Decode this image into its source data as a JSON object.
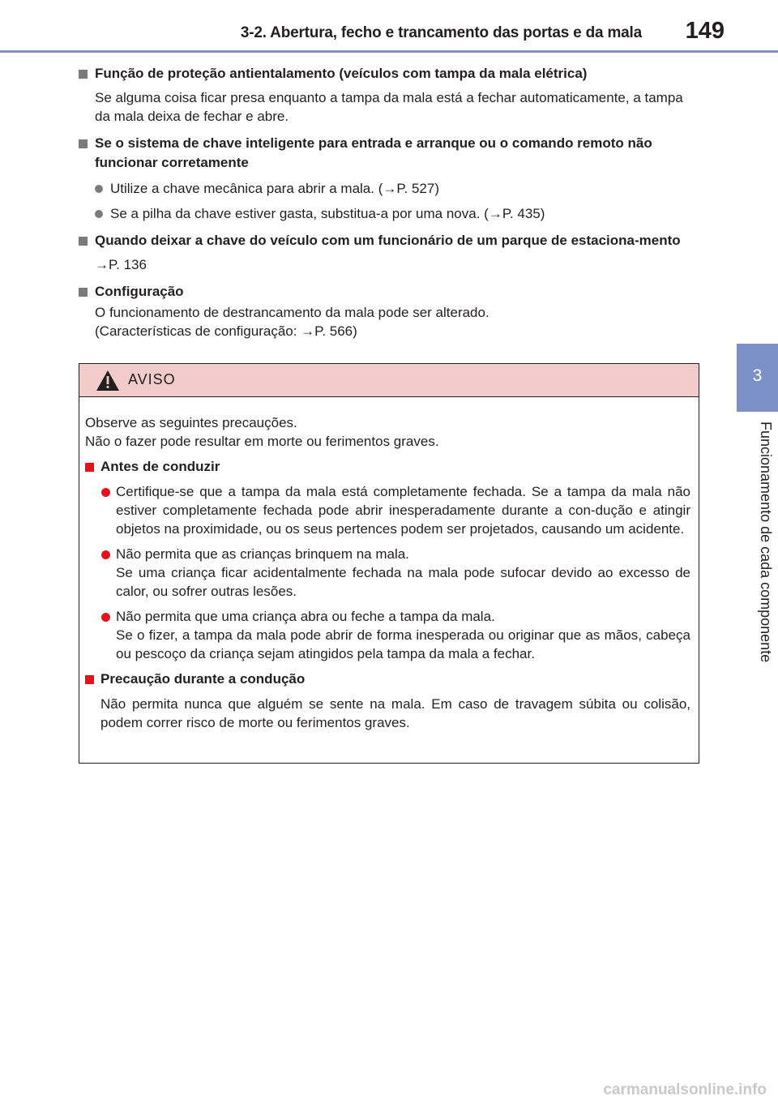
{
  "header": {
    "title": "3-2. Abertura, fecho e trancamento das portas e da mala",
    "page_number": "149"
  },
  "side_tab": {
    "number": "3",
    "label": "Funcionamento de cada componente"
  },
  "sections": [
    {
      "heading": "Função de proteção antientalamento (veículos com tampa da mala elétrica)",
      "body": "Se alguma coisa ficar presa enquanto a tampa da mala está a fechar automaticamente, a tampa da mala deixa de fechar e abre."
    },
    {
      "heading": "Se o sistema de chave inteligente para entrada e arranque ou o comando remoto não funcionar corretamente",
      "bullets": [
        "Utilize a chave mecânica para abrir a mala. (→P. 527)",
        "Se a pilha da chave estiver gasta, substitua-a por uma nova. (→P. 435)"
      ]
    },
    {
      "heading": "Quando deixar a chave do veículo com um funcionário de um parque de estaciona-mento",
      "body": "→P. 136"
    },
    {
      "heading": "Configuração",
      "body_lines": [
        "O funcionamento de destrancamento da mala pode ser alterado.",
        "(Características de configuração: →P. 566)"
      ]
    }
  ],
  "warning": {
    "title": "AVISO",
    "intro_lines": [
      "Observe as seguintes precauções.",
      "Não o fazer pode resultar em morte ou ferimentos graves."
    ],
    "groups": [
      {
        "heading": "Antes de conduzir",
        "bullets": [
          "Certifique-se que a tampa da mala está completamente fechada. Se a tampa da mala não estiver completamente fechada pode abrir inesperadamente durante a con-dução e atingir objetos na proximidade, ou os seus pertences podem ser projetados, causando um acidente.",
          "Não permita que as crianças brinquem na mala.",
          "Se uma criança ficar acidentalmente fechada na mala pode sufocar devido ao excesso de calor, ou sofrer outras lesões.",
          "Não permita que uma criança abra ou feche a tampa da mala.",
          "Se o fizer, a tampa da mala pode abrir de forma inesperada ou originar que as mãos, cabeça ou pescoço da criança sejam atingidos pela tampa da mala a fechar."
        ]
      },
      {
        "heading": "Precaução durante a condução",
        "text": "Não permita nunca que alguém se sente na mala. Em caso de travagem súbita ou colisão, podem correr risco de morte ou ferimentos graves."
      }
    ]
  },
  "footer": {
    "watermark": "carmanualsonline.info"
  },
  "colors": {
    "accent_blue": "#7e90c8",
    "warning_header_bg": "#f2cbcb",
    "warning_bullet": "#e8101a",
    "bullet_gray": "#7b7b7b"
  }
}
